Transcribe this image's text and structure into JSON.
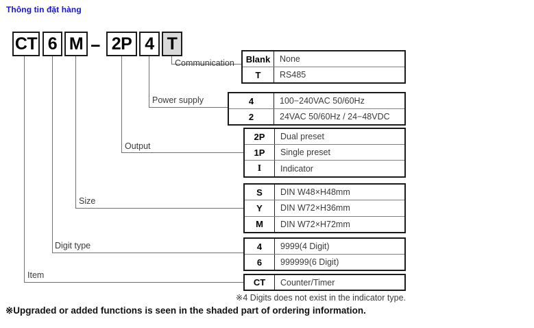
{
  "page": {
    "title": "Thông tin đặt hàng",
    "title_color": "#1414d2",
    "shade_color": "#dadada"
  },
  "model_code": {
    "separator": "−",
    "boxes": [
      {
        "text": "CT",
        "shaded": false
      },
      {
        "text": "6",
        "shaded": false
      },
      {
        "text": "M",
        "shaded": false
      },
      {
        "text": "2P",
        "shaded": false
      },
      {
        "text": "4",
        "shaded": false
      },
      {
        "text": "T",
        "shaded": true
      }
    ]
  },
  "branches": [
    {
      "label": "Communication",
      "rows": [
        {
          "code": "Blank",
          "desc": "None"
        },
        {
          "code": "T",
          "desc": "RS485"
        }
      ]
    },
    {
      "label": "Power supply",
      "rows": [
        {
          "code": "4",
          "desc": "100−240VAC 50/60Hz"
        },
        {
          "code": "2",
          "desc": "24VAC 50/60Hz / 24−48VDC"
        }
      ]
    },
    {
      "label": "Output",
      "rows": [
        {
          "code": "2P",
          "desc": "Dual preset"
        },
        {
          "code": "1P",
          "desc": "Single preset"
        },
        {
          "code": "I",
          "desc": "Indicator"
        }
      ]
    },
    {
      "label": "Size",
      "rows": [
        {
          "code": "S",
          "desc": "DIN W48×H48mm"
        },
        {
          "code": "Y",
          "desc": "DIN W72×H36mm"
        },
        {
          "code": "M",
          "desc": "DIN W72×H72mm"
        }
      ]
    },
    {
      "label": "Digit type",
      "rows": [
        {
          "code": "4",
          "desc": "9999(4 Digit)"
        },
        {
          "code": "6",
          "desc": "999999(6 Digit)"
        }
      ]
    },
    {
      "label": "Item",
      "rows": [
        {
          "code": "CT",
          "desc": "Counter/Timer"
        }
      ]
    }
  ],
  "footnotes": {
    "digits": "※4 Digits does not exist in the indicator type.",
    "upgraded": "※Upgraded or added functions is seen in the shaded part of ordering information."
  }
}
